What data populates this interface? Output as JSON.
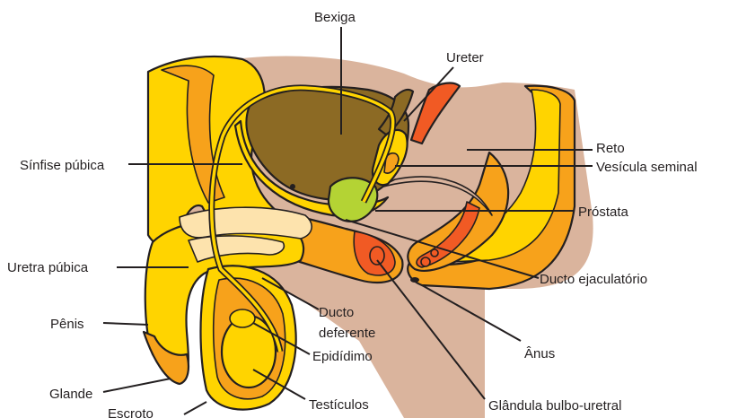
{
  "labels": {
    "bladder": "Bexiga",
    "ureter": "Ureter",
    "pubic_symphysis": "Sínfise púbica",
    "rectum": "Reto",
    "seminal_vesicle": "Vesícula seminal",
    "prostate": "Próstata",
    "pubic_urethra": "Uretra púbica",
    "ejaculatory_duct": "Ducto ejaculatório",
    "penis": "Pênis",
    "vas_deferens_line1": "Ducto",
    "vas_deferens_line2": "deferente",
    "anus": "Ânus",
    "epididymis": "Epidídimo",
    "glans": "Glande",
    "testicles": "Testículos",
    "scrotum": "Escroto",
    "bulbourethral_gland": "Glândula bulbo-uretral"
  },
  "colors": {
    "skin": "#dab49d",
    "bladder": "#8c6a24",
    "yellow": "#ffd400",
    "orange": "#f7a21b",
    "red_orange": "#f15a24",
    "cream": "#fde3ad",
    "prostate_green": "#b4d334",
    "outline": "#231f20"
  }
}
